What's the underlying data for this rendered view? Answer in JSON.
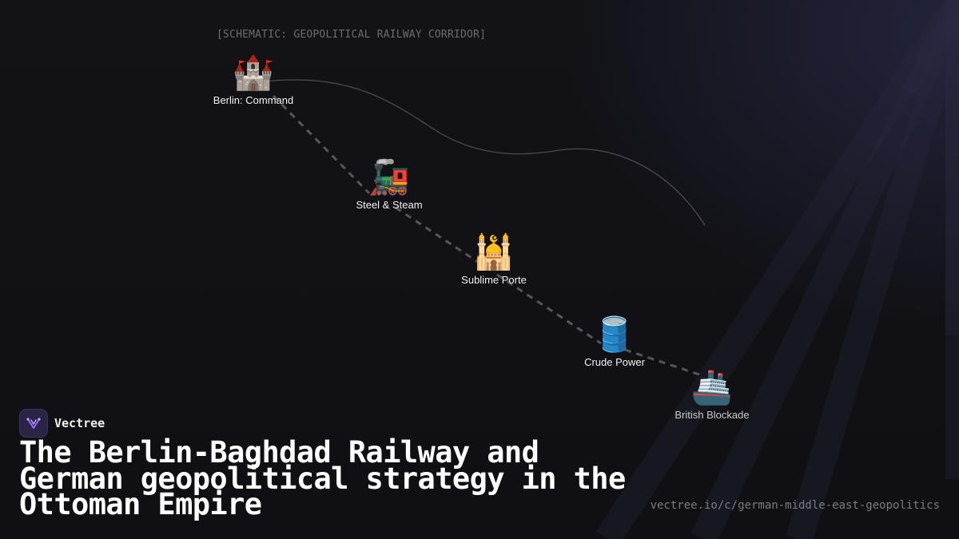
{
  "caption": "[SCHEMATIC: GEOPOLITICAL RAILWAY CORRIDOR]",
  "nodes": [
    {
      "icon": "🏰",
      "icon_name": "castle-icon",
      "label": "Berlin: Command"
    },
    {
      "icon": "🚂",
      "icon_name": "locomotive-icon",
      "label": "Steel & Steam"
    },
    {
      "icon": "🕌",
      "icon_name": "mosque-icon",
      "label": "Sublime Porte"
    },
    {
      "icon": "🛢️",
      "icon_name": "oil-barrel-icon",
      "label": "Crude Power"
    },
    {
      "icon": "🚢",
      "icon_name": "ship-icon",
      "label": "British Blockade"
    }
  ],
  "brand": {
    "name": "Vectree",
    "logo_icon": "vectree-logo-icon"
  },
  "title": "The Berlin-Baghdad Railway and German geopolitical strategy in the Ottoman Empire",
  "url": "vectree.io/c/german-middle-east-geopolitics",
  "colors": {
    "background": "#111116",
    "accent": "#7c4dff",
    "dashed_link": "#55555c"
  }
}
